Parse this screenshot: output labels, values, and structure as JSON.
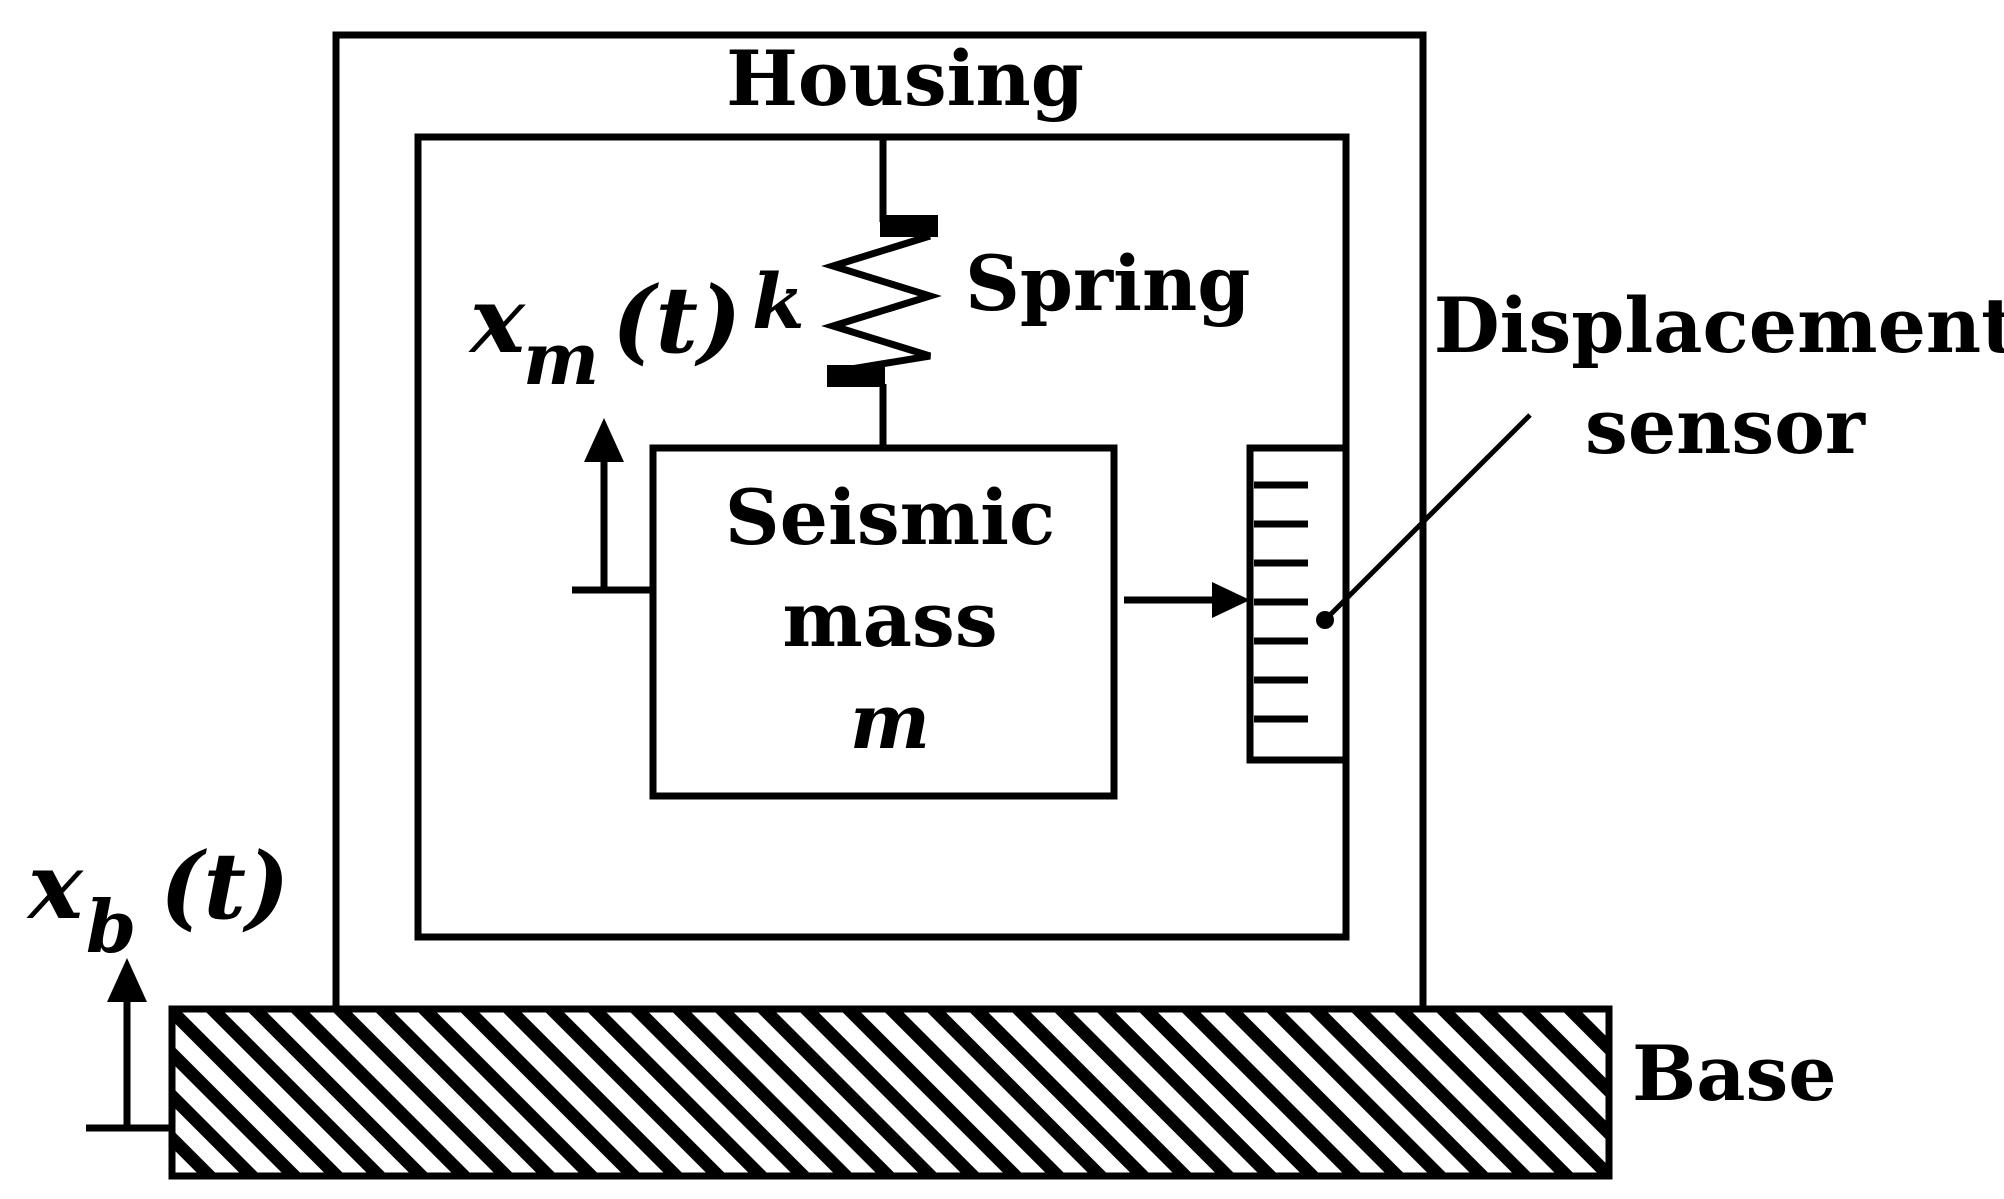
{
  "labels": {
    "housing": "Housing",
    "spring": "Spring",
    "spring_const": "k",
    "seismic_line1": "Seismic",
    "seismic_line2": "mass",
    "mass_symbol": "m",
    "sensor_line1": "Displacement",
    "sensor_line2": "sensor",
    "base": "Base",
    "xm_main": "x",
    "xm_sub": "m",
    "xm_arg": "(t)",
    "xb_main": "x",
    "xb_sub": "b",
    "xb_arg": "(t)"
  },
  "colors": {
    "line": "#000000",
    "background": "#ffffff"
  }
}
